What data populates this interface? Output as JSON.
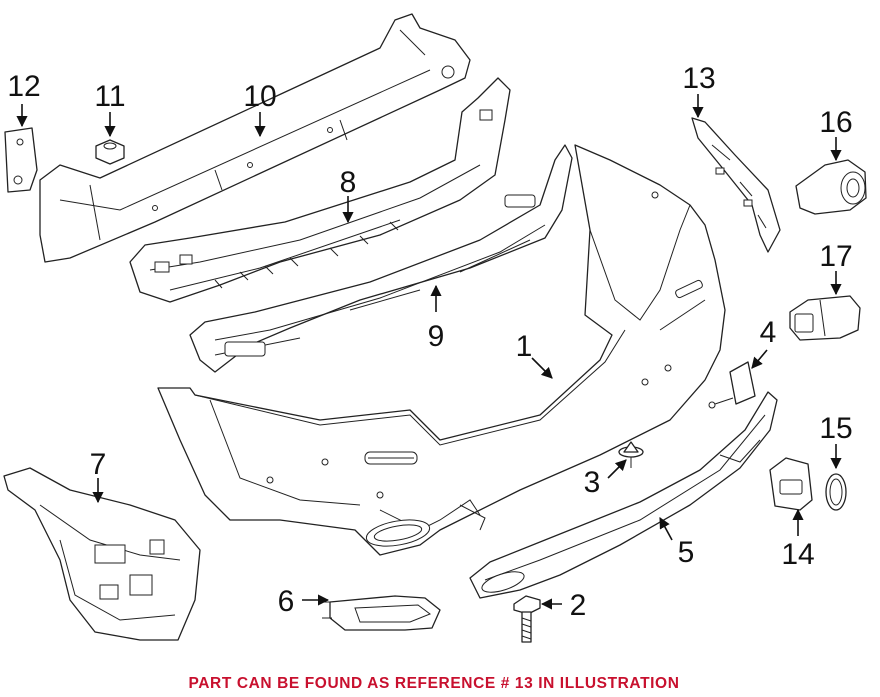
{
  "callouts": [
    "1",
    "2",
    "3",
    "4",
    "5",
    "6",
    "7",
    "8",
    "9",
    "10",
    "11",
    "12",
    "13",
    "14",
    "15",
    "16",
    "17"
  ],
  "footer_note": "PART CAN BE FOUND AS REFERENCE # 13 IN ILLUSTRATION",
  "colors": {
    "line": "#222222",
    "note": "#c8102e",
    "background": "#ffffff"
  }
}
